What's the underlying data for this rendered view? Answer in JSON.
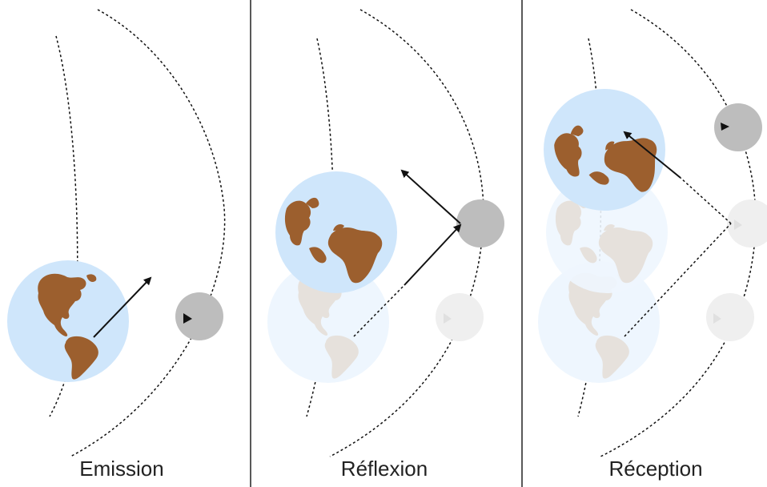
{
  "panels": [
    {
      "caption": "Emission"
    },
    {
      "caption": "Réflexion"
    },
    {
      "caption": "Réception"
    }
  ],
  "colors": {
    "ocean": "#cfe6fb",
    "continent": "#9c5f2e",
    "ghost_ocean": "#eef6fe",
    "ghost_continent": "#e6e1dc",
    "satellite": "#bdbdbd",
    "ghost_satellite": "#efefef",
    "divider": "#222222",
    "orbit_line": "#111111"
  }
}
